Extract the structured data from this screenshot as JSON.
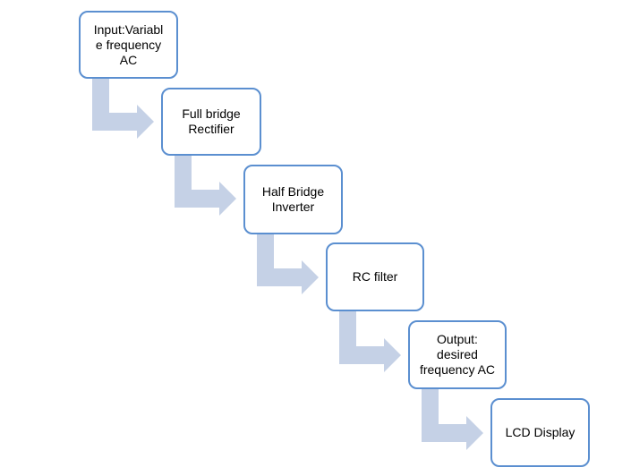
{
  "diagram": {
    "nodes": [
      {
        "label": "Input:Variabl\ne frequency\nAC"
      },
      {
        "label": "Full bridge\nRectifier"
      },
      {
        "label": "Half Bridge\nInverter"
      },
      {
        "label": "RC filter"
      },
      {
        "label": "Output:\ndesired\nfrequency AC"
      },
      {
        "label": "LCD Display"
      }
    ],
    "colors": {
      "box_border": "#5b8fd0",
      "arrow_fill": "#c5d1e6",
      "text": "#000000",
      "background": "#ffffff"
    }
  }
}
